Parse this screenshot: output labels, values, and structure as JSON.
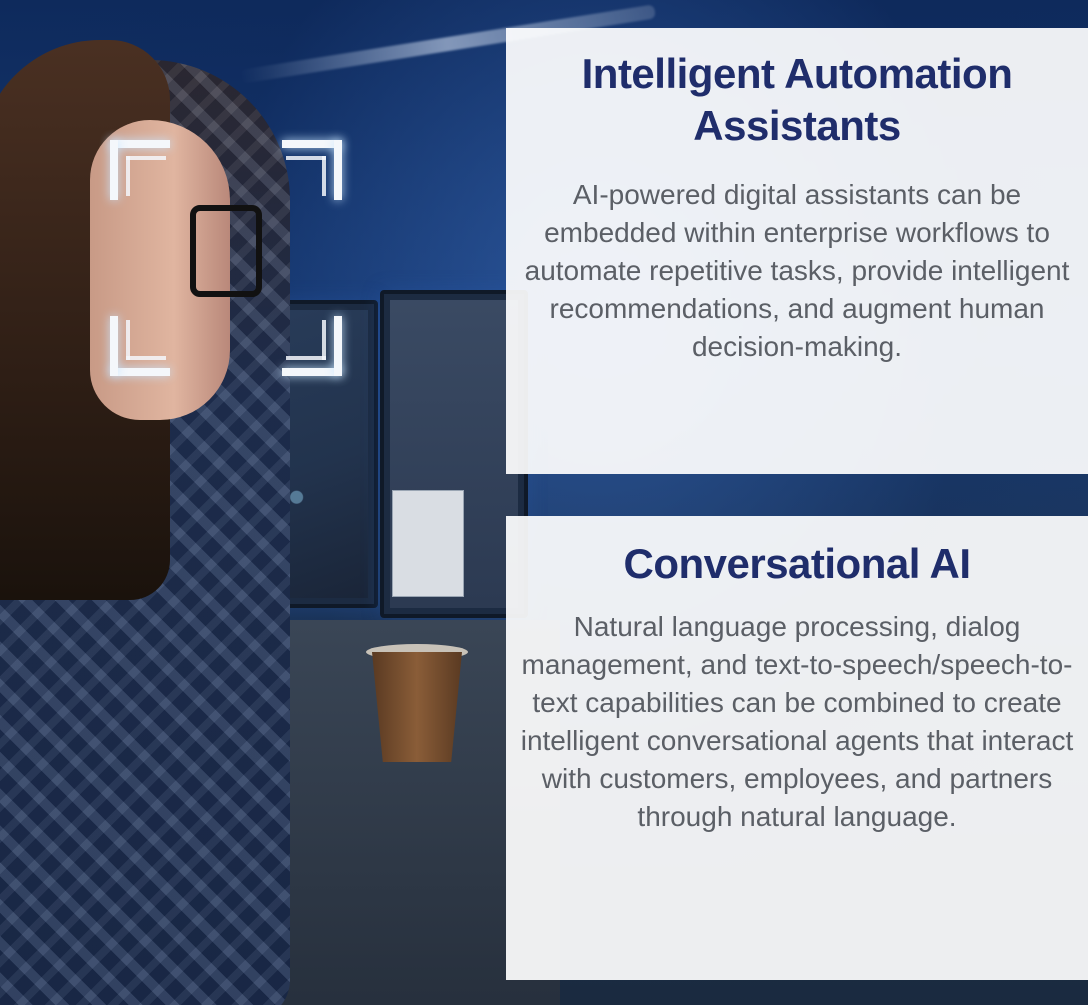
{
  "cards": [
    {
      "title": "Intelligent Automation Assistants",
      "body": "AI-powered digital assistants can be embedded within enterprise workflows to automate repetitive tasks, provide intelligent recommendations, and augment human decision-making."
    },
    {
      "title": "Conversational AI",
      "body": "Natural language processing, dialog management, and text-to-speech/speech-to-text capabilities can be combined to create intelligent conversational agents that interact with customers, employees, and partners through natural language."
    }
  ],
  "colors": {
    "title": "#1f2d6b",
    "body": "#5b5f66",
    "card_background": "#ffffff",
    "scan_corners": "#f4f7fb"
  },
  "illustration": {
    "subject": "woman-at-computer-monitors-photo",
    "overlay": "face-scan-corner-brackets"
  }
}
